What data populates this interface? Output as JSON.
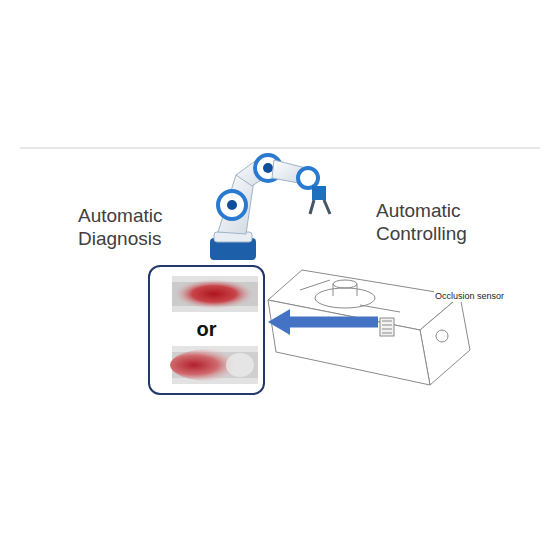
{
  "diagram": {
    "nodes": [
      {
        "text": [
          "Automatic Diagnosis",
          "or"
        ]
      },
      {
        "text": [
          "Occlusion sensor"
        ]
      }
    ],
    "edges": [
      {
        "from": 1,
        "to": 0,
        "arrow": "to"
      }
    ],
    "labels": [
      "Automatic Controlling"
    ]
  }
}
